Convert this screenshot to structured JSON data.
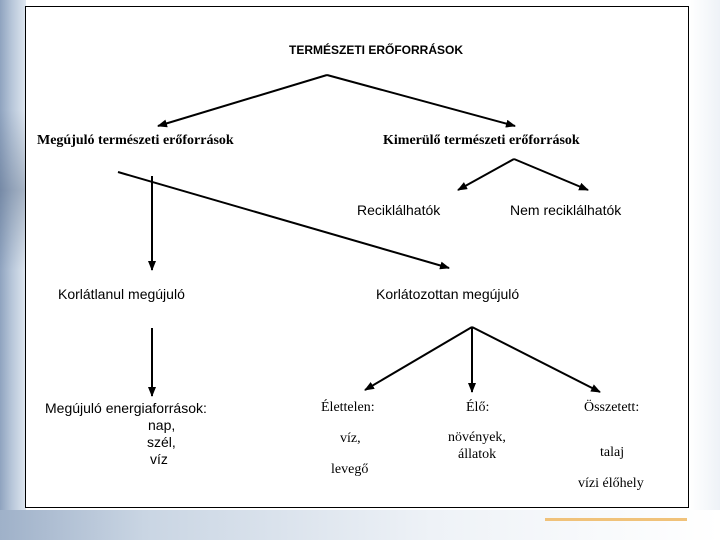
{
  "diagram": {
    "title": "TERMÉSZETI ERŐFORRÁSOK",
    "nodes": {
      "renewable": "Megújuló természeti erőforrások",
      "exhaustible": "Kimerülő természeti erőforrások",
      "recyclable": "Reciklálhatók",
      "non_recyclable": "Nem reciklálhatók",
      "unlimited": "Korlátlanul megújuló",
      "limited": "Korlátozottan megújuló",
      "energy_sources": "Megújuló energiaforrások:",
      "energy_items": [
        "nap,",
        "szél,",
        "víz"
      ],
      "nonliving": "Élettelen:",
      "nonliving_items": [
        "víz,",
        "levegő"
      ],
      "living": "Élő:",
      "living_items": [
        "növények,",
        "állatok"
      ],
      "composite": "Összetett:",
      "composite_items": [
        "talaj",
        "vízi élőhely"
      ]
    }
  },
  "colors": {
    "line": "#000000",
    "accent": "#f0c27a"
  }
}
